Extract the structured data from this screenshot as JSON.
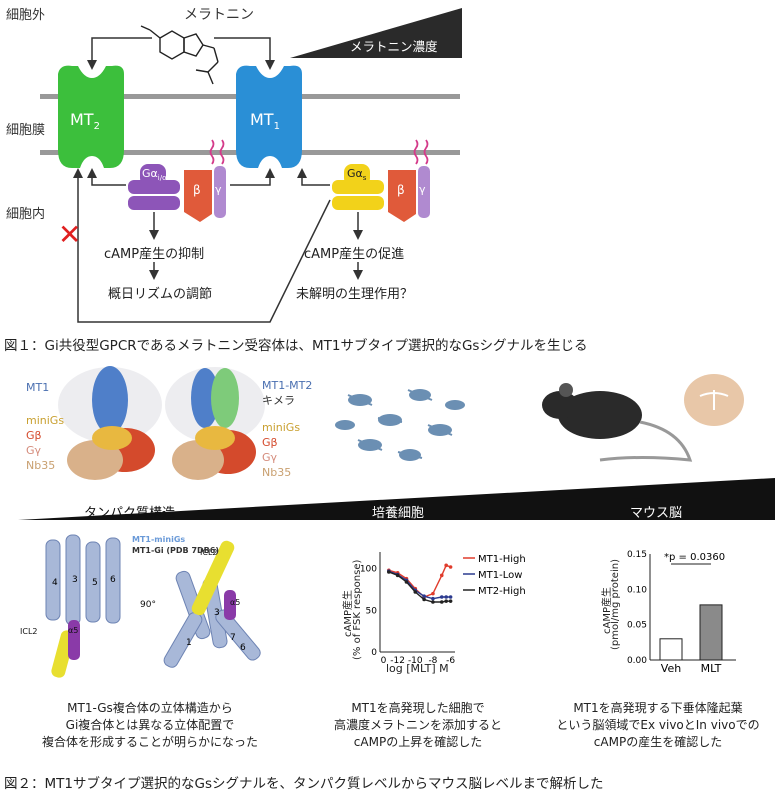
{
  "fig1": {
    "outside_label": "細胞外",
    "membrane_label": "細胞膜",
    "inside_label": "細胞内",
    "ligand_label": "メラトニン",
    "gradient_label": "メラトニン濃度",
    "receptor_left": "MT",
    "receptor_left_sub": "2",
    "receptor_right": "MT",
    "receptor_right_sub": "1",
    "gi_label": "Gα",
    "gi_sub": "i/o",
    "gs_label": "Gα",
    "gs_sub": "s",
    "beta": "β",
    "gamma": "γ",
    "left_effect1": "cAMP産生の抑制",
    "left_effect2": "概日リズムの調節",
    "right_effect1": "cAMP産生の促進",
    "right_effect2": "未解明の生理作用？",
    "block_mark": "✕",
    "caption": "図１：Gi共役型GPCRであるメラトニン受容体は、MT1サブタイプ選択的なGsシグナルを生じる"
  },
  "fig2": {
    "struct_labels_left": [
      "MT1",
      "miniGs",
      "Gβ",
      "Gγ",
      "Nb35"
    ],
    "struct_labels_right": [
      "MT1-MT2",
      "キメラ",
      "miniGs",
      "Gβ",
      "Gγ",
      "Nb35"
    ],
    "section1": "タンパク質構造",
    "section2": "培養細胞",
    "section3": "マウス脳",
    "overlay_legend1": "MT1-miniGs",
    "overlay_legend2": "MT1-Gi (PDB 7DB6)",
    "helix_labels": [
      "ICL2",
      "α5",
      "ICL2",
      "α5",
      "90°"
    ],
    "desc1": [
      "MT1-Gs複合体の立体構造から",
      "Gi複合体とは異なる立体配置で",
      "複合体を形成することが明らかになった"
    ],
    "desc2": [
      "MT1を高発現した細胞で",
      "高濃度メラトニンを添加すると",
      "cAMPの上昇を確認した"
    ],
    "desc3": [
      "MT1を高発現する下垂体隆起葉",
      "という脳領域でEx vivoとIn vivoでの",
      "cAMPの産生を確認した"
    ],
    "caption": "図２：MT1サブタイプ選択的なGsシグナルを、タンパク質レベルからマウス脳レベルまで解析した"
  },
  "chart_data": [
    {
      "type": "line",
      "xlabel": "log [MLT] M",
      "ylabel": "cAMP産生",
      "ylabel2": "(% of FSK response)",
      "x_ticks": [
        "0",
        "-12",
        "-10",
        "-8",
        "-6"
      ],
      "y_ticks": [
        "0",
        "50",
        "100"
      ],
      "ylim": [
        0,
        120
      ],
      "legend": "right",
      "series": [
        {
          "name": "MT1-High",
          "color": "#e03c2c",
          "x": [
            -13,
            -12,
            -11,
            -10,
            -9,
            -8,
            -7,
            -6.5,
            -6
          ],
          "y": [
            98,
            95,
            88,
            76,
            66,
            70,
            92,
            104,
            102
          ]
        },
        {
          "name": "MT1-Low",
          "color": "#2b3a8f",
          "x": [
            -13,
            -12,
            -11,
            -10,
            -9,
            -8,
            -7,
            -6.5,
            -6
          ],
          "y": [
            97,
            93,
            86,
            74,
            67,
            64,
            66,
            66,
            66
          ]
        },
        {
          "name": "MT2-High",
          "color": "#222222",
          "x": [
            -13,
            -12,
            -11,
            -10,
            -9,
            -8,
            -7,
            -6.5,
            -6
          ],
          "y": [
            96,
            92,
            84,
            72,
            63,
            60,
            60,
            61,
            61
          ]
        }
      ]
    },
    {
      "type": "bar",
      "ylabel": "cAMP産生",
      "ylabel2": "(pmol/mg protein)",
      "categories": [
        "Veh",
        "MLT"
      ],
      "values": [
        0.03,
        0.078
      ],
      "y_ticks": [
        "0.00",
        "0.05",
        "0.10",
        "0.15"
      ],
      "ylim": [
        0,
        0.15
      ],
      "annotation": "*p = 0.0360"
    }
  ]
}
